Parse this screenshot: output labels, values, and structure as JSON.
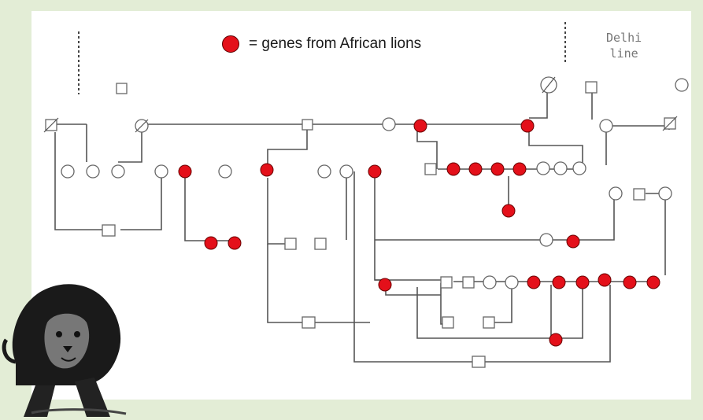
{
  "legend": {
    "marker": "red-circle-icon",
    "text": "= genes from African lions",
    "marker_color": "#e4101a"
  },
  "line_label": {
    "line1": "Delhi",
    "line2": "line"
  },
  "colors": {
    "background": "#e3edd6",
    "paper": "#ffffff",
    "gene_marker": "#e4101a",
    "line": "#555555"
  }
}
